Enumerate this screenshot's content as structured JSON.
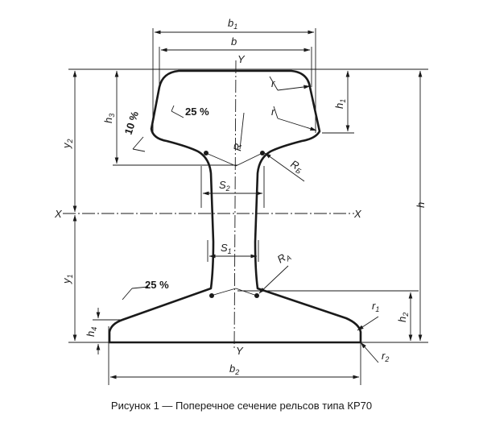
{
  "figure": {
    "caption": "Рисунок 1 — Поперечное сечение рельсов типа КР70"
  },
  "labels": {
    "b1": {
      "main": "b",
      "sub": "1"
    },
    "b": {
      "main": "b"
    },
    "b2": {
      "main": "b",
      "sub": "2"
    },
    "h": {
      "main": "h"
    },
    "h1": {
      "main": "h",
      "sub": "1"
    },
    "h2": {
      "main": "h",
      "sub": "2"
    },
    "h3": {
      "main": "h",
      "sub": "3"
    },
    "h4": {
      "main": "h",
      "sub": "4"
    },
    "y1": {
      "main": "y",
      "sub": "1"
    },
    "y2": {
      "main": "y",
      "sub": "2"
    },
    "s1": {
      "main": "S",
      "sub": "1"
    },
    "s2": {
      "main": "S",
      "sub": "2"
    },
    "r": {
      "main": "r"
    },
    "r1": {
      "main": "r",
      "sub": "1"
    },
    "r2": {
      "main": "r",
      "sub": "2"
    },
    "R": {
      "main": "R"
    },
    "RB": {
      "main": "R",
      "sub": "Б"
    },
    "RA": {
      "main": "R",
      "sub": "A"
    },
    "axis_x": "X",
    "axis_y": "Y",
    "slope_head": "25 %",
    "slope_base": "25 %",
    "slope_side": "10 %"
  }
}
